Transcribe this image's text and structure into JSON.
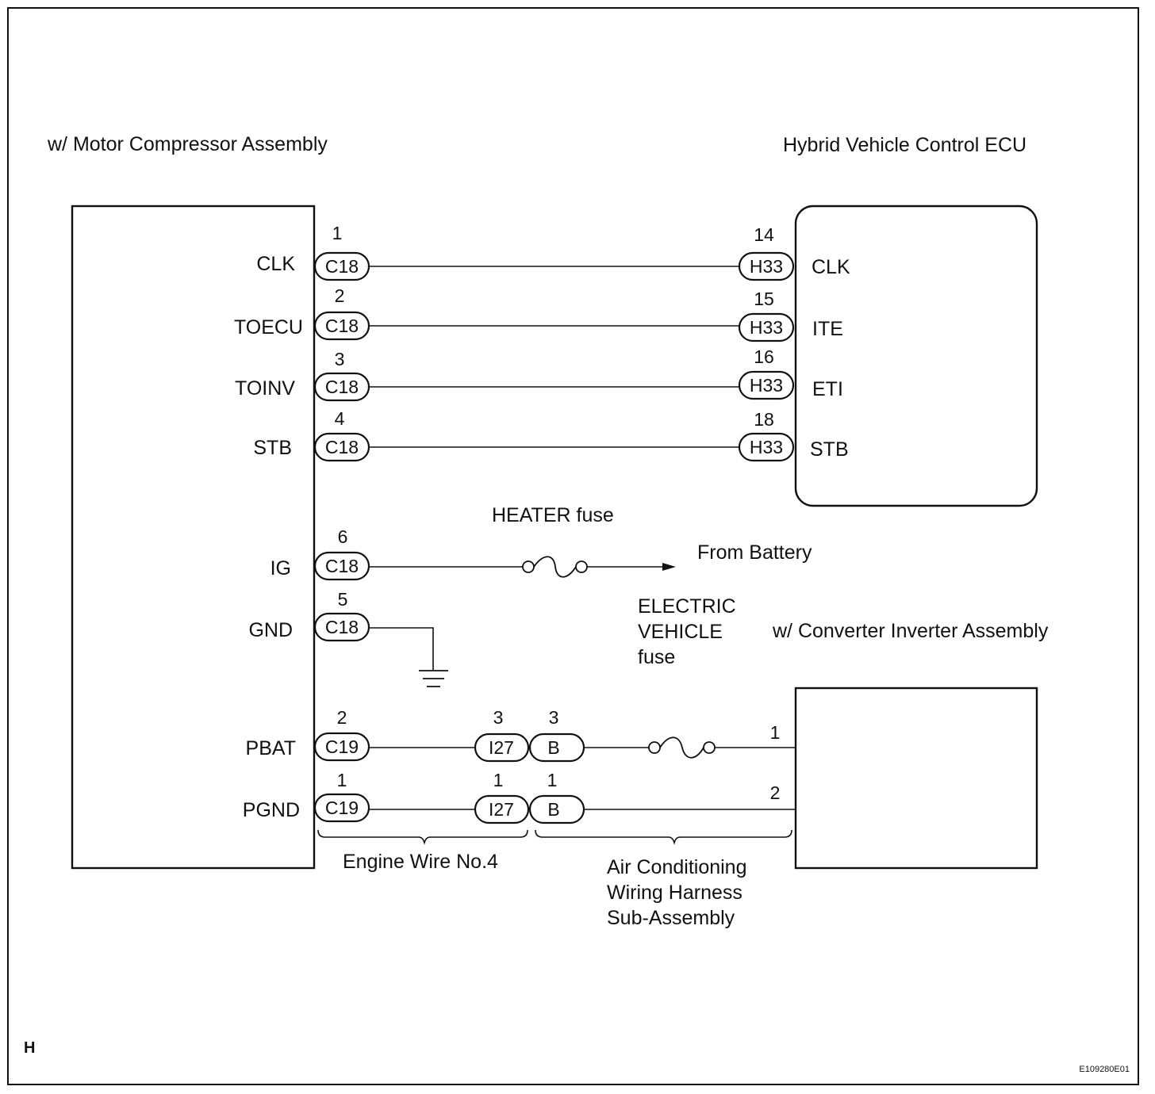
{
  "diagram": {
    "code": "H",
    "figure_id": "E109280E01",
    "compressor": {
      "title": "w/ Motor Compressor Assembly",
      "terminals": [
        {
          "name": "CLK",
          "connector": "C18",
          "pin": "1"
        },
        {
          "name": "TOECU",
          "connector": "C18",
          "pin": "2"
        },
        {
          "name": "TOINV",
          "connector": "C18",
          "pin": "3"
        },
        {
          "name": "STB",
          "connector": "C18",
          "pin": "4"
        },
        {
          "name": "IG",
          "connector": "C18",
          "pin": "6"
        },
        {
          "name": "GND",
          "connector": "C18",
          "pin": "5"
        },
        {
          "name": "PBAT",
          "connector": "C19",
          "pin": "2"
        },
        {
          "name": "PGND",
          "connector": "C19",
          "pin": "1"
        }
      ]
    },
    "ecu": {
      "title": "Hybrid Vehicle Control ECU",
      "terminals": [
        {
          "name": "CLK",
          "connector": "H33",
          "pin": "14"
        },
        {
          "name": "ITE",
          "connector": "H33",
          "pin": "15"
        },
        {
          "name": "ETI",
          "connector": "H33",
          "pin": "16"
        },
        {
          "name": "STB",
          "connector": "H33",
          "pin": "18"
        }
      ]
    },
    "heater_fuse": "HEATER fuse",
    "from_battery": "From Battery",
    "ev_fuse": [
      "ELECTRIC",
      "VEHICLE",
      "fuse"
    ],
    "inverter": {
      "title": "w/ Converter Inverter Assembly",
      "pins": [
        "1",
        "2"
      ]
    },
    "junctions": {
      "i27": {
        "connector": "I27",
        "pins": [
          "3",
          "1"
        ]
      },
      "b": {
        "connector": "B",
        "pins": [
          "3",
          "1"
        ]
      }
    },
    "harness_engine": "Engine Wire No.4",
    "harness_ac": [
      "Air Conditioning",
      "Wiring Harness",
      "Sub-Assembly"
    ]
  }
}
